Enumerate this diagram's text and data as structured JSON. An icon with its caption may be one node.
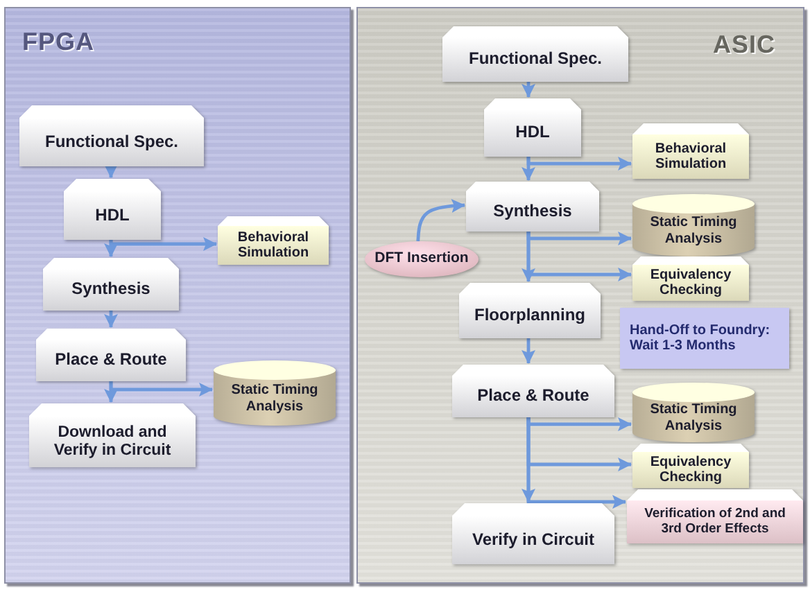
{
  "diagram": {
    "nodes": [
      {
        "text": [
          "FPGA"
        ]
      },
      {
        "text": [
          "Functional Spec."
        ],
        "in": 0
      },
      {
        "text": [
          "HDL"
        ],
        "in": 0
      },
      {
        "text": [
          "Behavioral Simulation"
        ],
        "in": 0
      },
      {
        "text": [
          "Synthesis"
        ],
        "in": 0
      },
      {
        "text": [
          "Place & Route"
        ],
        "in": 0
      },
      {
        "text": [
          "Static Timing Analysis"
        ],
        "in": 0
      },
      {
        "text": [
          "Download and Verify in Circuit"
        ],
        "in": 0
      },
      {
        "text": [
          "ASIC"
        ]
      },
      {
        "text": [
          "Functional Spec."
        ],
        "in": 8
      },
      {
        "text": [
          "HDL"
        ],
        "in": 8
      },
      {
        "text": [
          "Behavioral Simulation"
        ],
        "in": 8
      },
      {
        "text": [
          "Synthesis"
        ],
        "in": 8
      },
      {
        "text": [
          "DFT Insertion"
        ],
        "in": 8
      },
      {
        "text": [
          "Static Timing Analysis"
        ],
        "in": 8
      },
      {
        "text": [
          "Equivalency Checking"
        ],
        "in": 8
      },
      {
        "text": [
          "Floorplanning"
        ],
        "in": 8
      },
      {
        "text": [
          "Hand-Off to Foundry: Wait 1-3 Months"
        ],
        "in": 8
      },
      {
        "text": [
          "Place & Route"
        ],
        "in": 8
      },
      {
        "text": [
          "Static Timing Analysis"
        ],
        "in": 8
      },
      {
        "text": [
          "Equivalency Checking"
        ],
        "in": 8
      },
      {
        "text": [
          "Verification of 2nd and 3rd Order Effects"
        ],
        "in": 8
      },
      {
        "text": [
          "Verify in Circuit"
        ],
        "in": 8
      }
    ],
    "edges": [
      {
        "from": 1,
        "to": 2,
        "arrow": "to"
      },
      {
        "from": 2,
        "to": 4,
        "arrow": "to"
      },
      {
        "from": 2,
        "to": 3,
        "arrow": "to"
      },
      {
        "from": 4,
        "to": 5,
        "arrow": "to"
      },
      {
        "from": 5,
        "to": 7,
        "arrow": "to"
      },
      {
        "from": 5,
        "to": 6,
        "arrow": "to"
      },
      {
        "from": 9,
        "to": 10,
        "arrow": "to"
      },
      {
        "from": 10,
        "to": 12,
        "arrow": "to"
      },
      {
        "from": 10,
        "to": 11,
        "arrow": "to"
      },
      {
        "from": 13,
        "to": 12,
        "arrow": "to"
      },
      {
        "from": 12,
        "to": 14,
        "arrow": "to"
      },
      {
        "from": 12,
        "to": 15,
        "arrow": "to"
      },
      {
        "from": 12,
        "to": 16,
        "arrow": "to"
      },
      {
        "from": 16,
        "to": 18,
        "arrow": "to"
      },
      {
        "from": 18,
        "to": 19,
        "arrow": "to"
      },
      {
        "from": 18,
        "to": 20,
        "arrow": "to"
      },
      {
        "from": 18,
        "to": 21,
        "arrow": "to"
      },
      {
        "from": 18,
        "to": 22,
        "arrow": "to"
      }
    ]
  }
}
